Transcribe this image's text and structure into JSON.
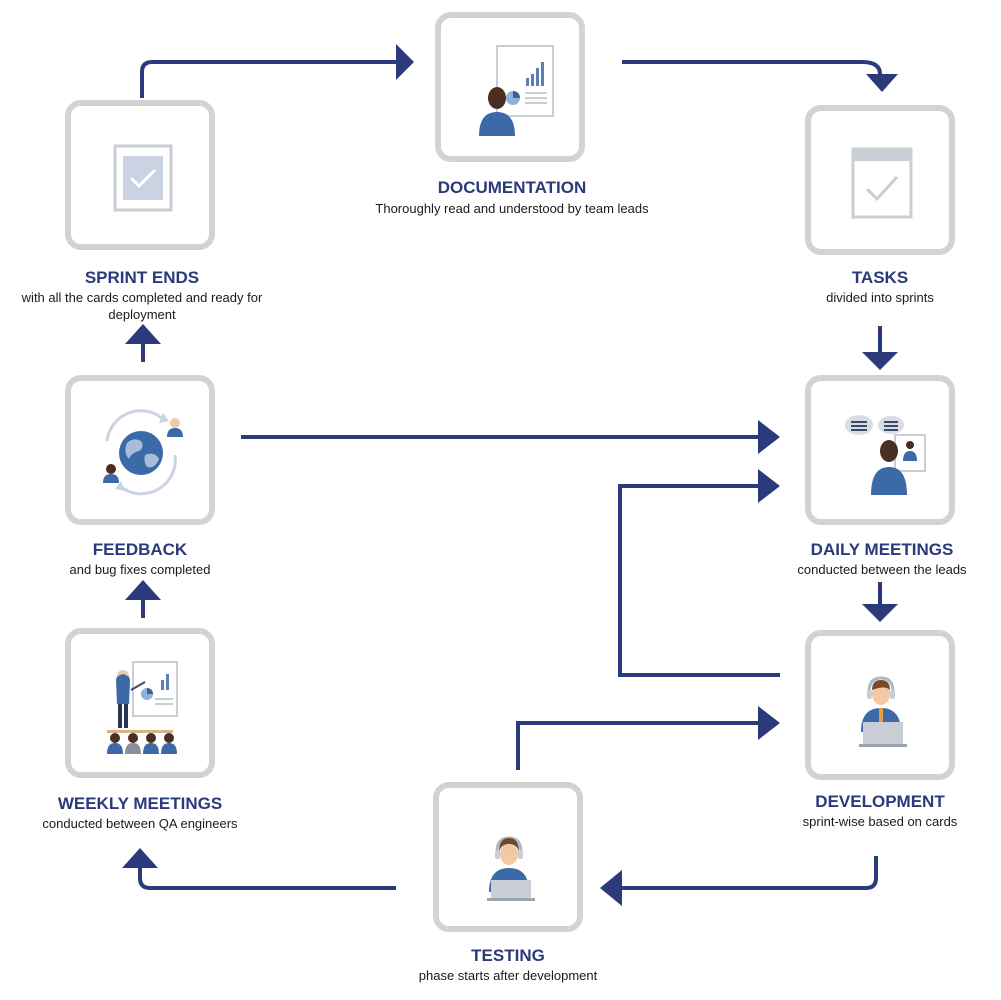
{
  "colors": {
    "arrow": "#2b3a7a",
    "card_border": "#d3d3d3",
    "title": "#2b3a7a",
    "text": "#1a1a1a"
  },
  "steps": {
    "documentation": {
      "title": "DOCUMENTATION",
      "desc": "Thoroughly read and understood by team leads",
      "icon": "presentation-person-icon"
    },
    "tasks": {
      "title": "TASKS",
      "desc": "divided into sprints",
      "icon": "checklist-icon"
    },
    "daily_meetings": {
      "title": "DAILY MEETINGS",
      "desc": "conducted between the leads",
      "icon": "video-meeting-icon"
    },
    "development": {
      "title": "DEVELOPMENT",
      "desc": "sprint-wise based on cards",
      "icon": "developer-headset-icon"
    },
    "testing": {
      "title": "TESTING",
      "desc": "phase starts after development",
      "icon": "tester-headset-icon"
    },
    "weekly_meetings": {
      "title": "WEEKLY MEETINGS",
      "desc": "conducted between QA engineers",
      "icon": "presenter-audience-icon"
    },
    "feedback": {
      "title": "FEEDBACK",
      "desc": "and bug fixes completed",
      "icon": "globe-feedback-icon"
    },
    "sprint_ends": {
      "title": "SPRINT ENDS",
      "desc": "with all the cards completed and ready for deployment",
      "icon": "checkbox-icon"
    }
  }
}
